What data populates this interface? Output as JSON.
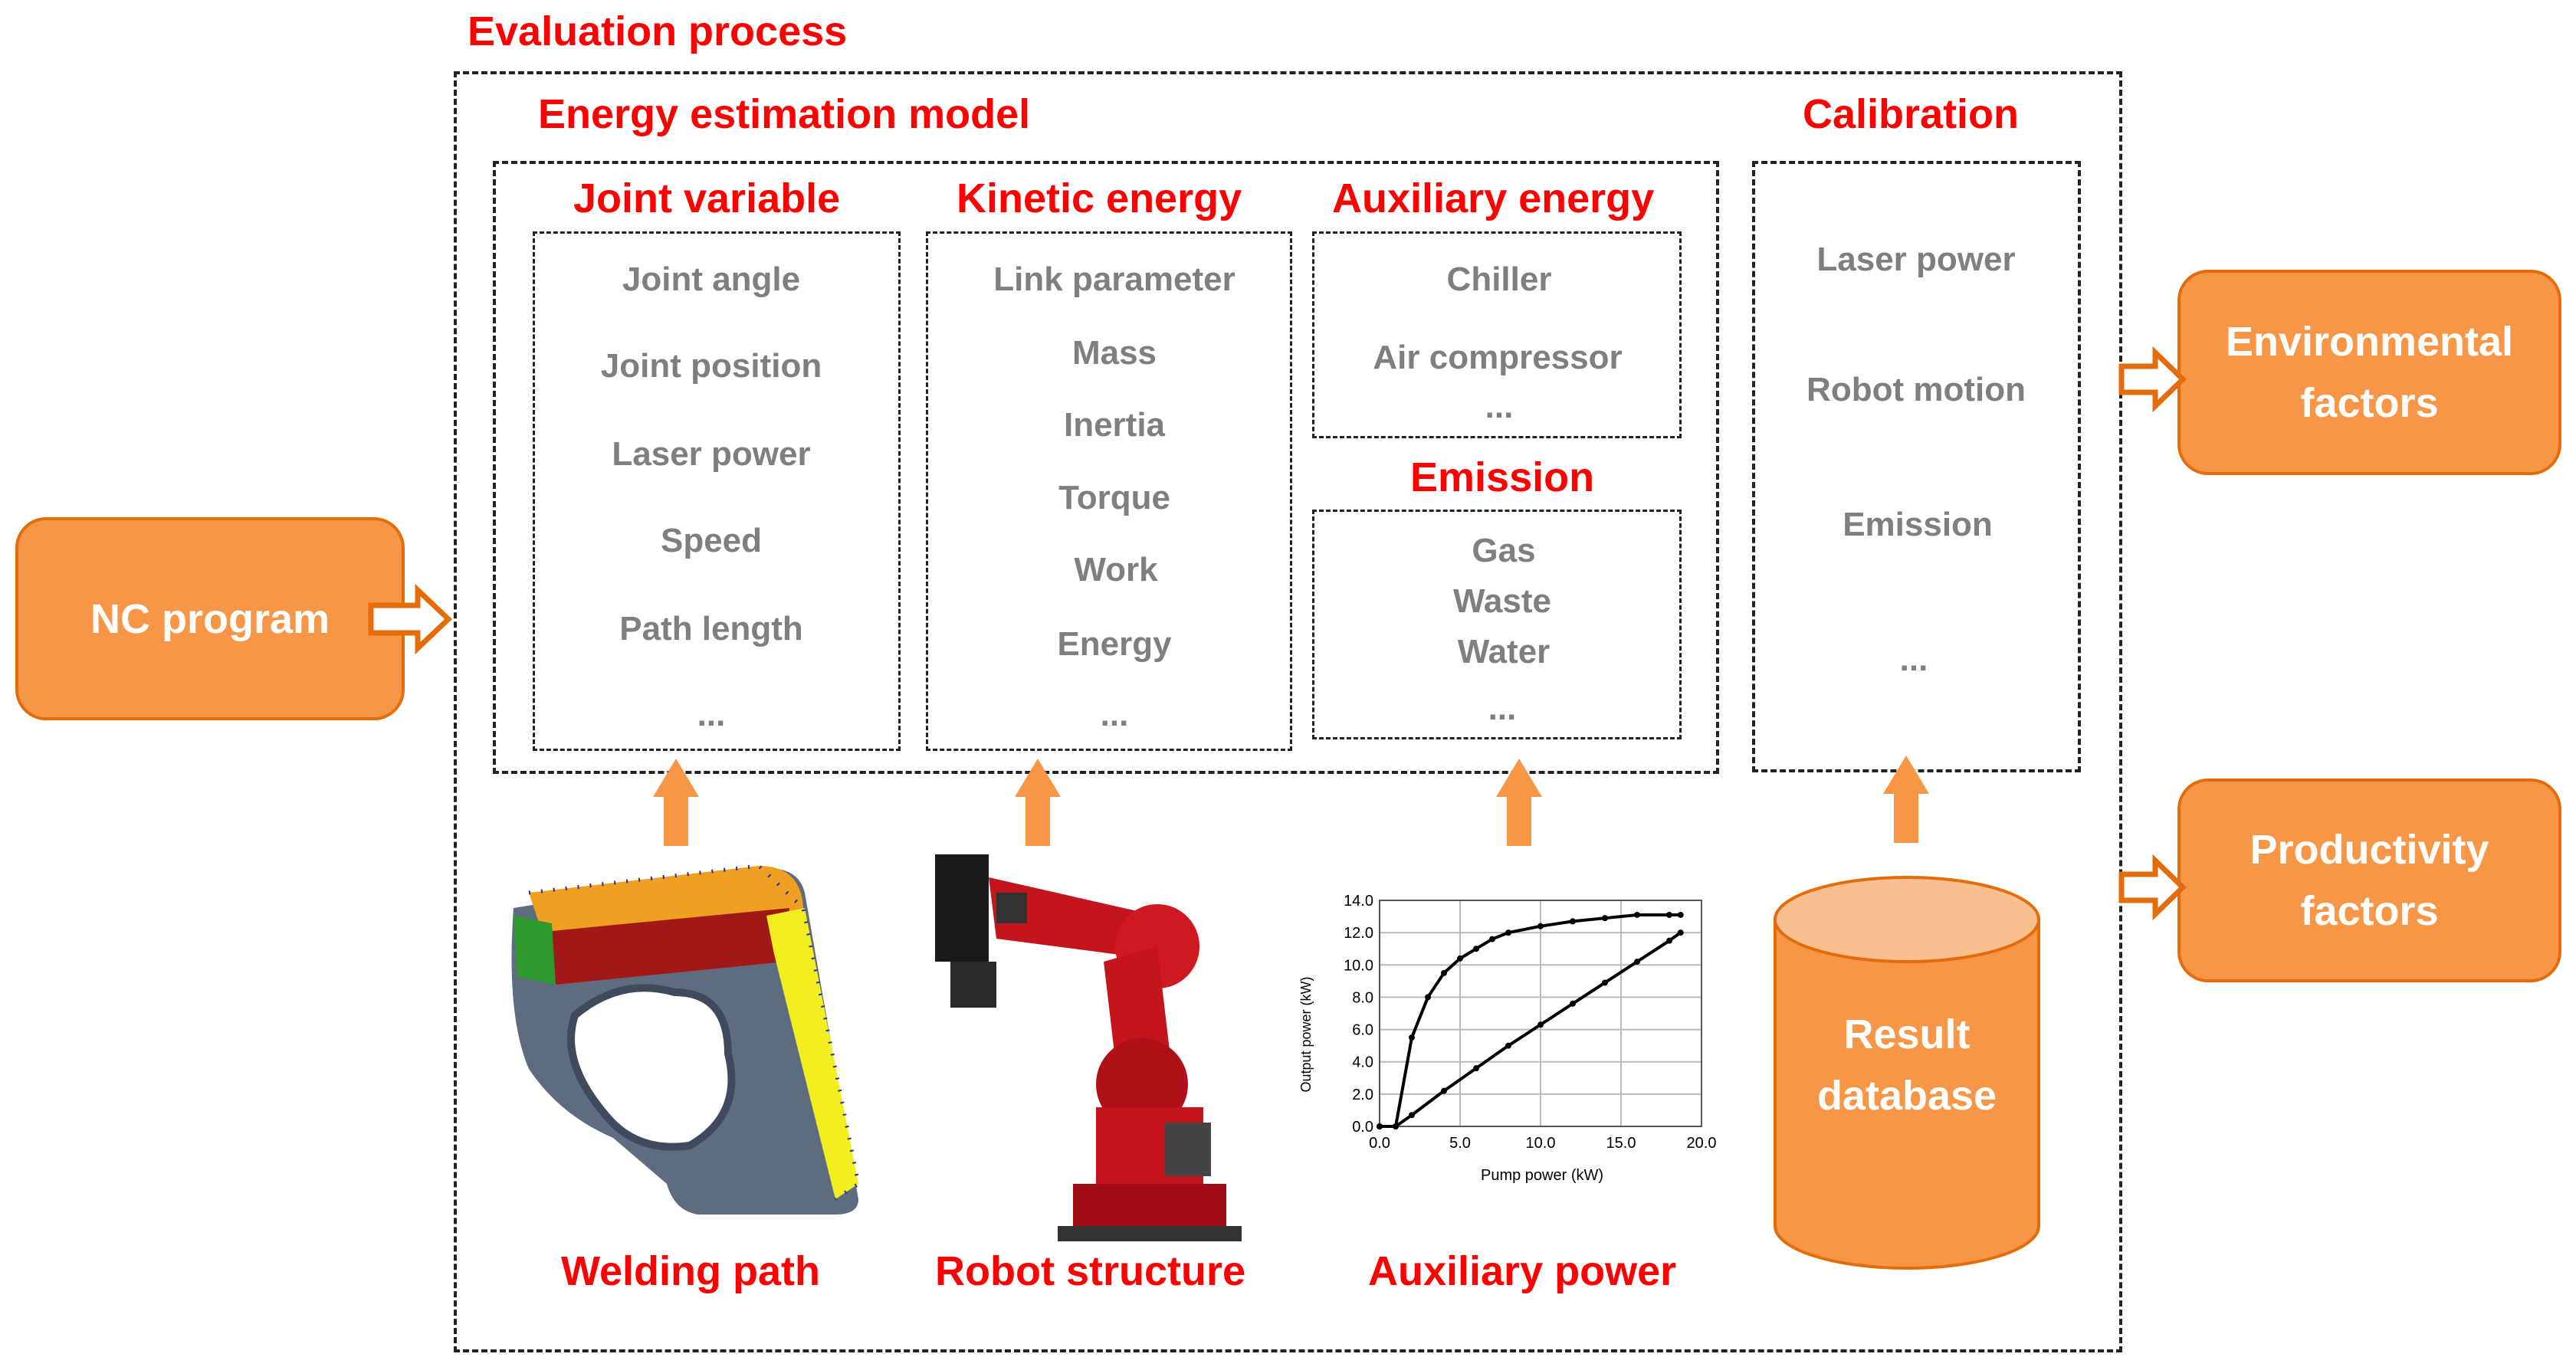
{
  "evaluation": {
    "title": "Evaluation process"
  },
  "energy_model": {
    "title": "Energy estimation model"
  },
  "calibration": {
    "title": "Calibration",
    "items": [
      "Laser power",
      "Robot motion",
      "Emission",
      "..."
    ]
  },
  "joint_variable": {
    "title": "Joint variable",
    "items": [
      "Joint angle",
      "Joint position",
      "Laser power",
      "Speed",
      "Path length",
      "..."
    ]
  },
  "kinetic_energy": {
    "title": "Kinetic energy",
    "items": [
      "Link parameter",
      "Mass",
      "Inertia",
      "Torque",
      "Work",
      "Energy",
      "..."
    ]
  },
  "auxiliary_energy": {
    "title": "Auxiliary energy",
    "items": [
      "Chiller",
      "Air compressor",
      "..."
    ]
  },
  "emission": {
    "title": "Emission",
    "items": [
      "Gas",
      "Waste",
      "Water",
      "..."
    ]
  },
  "inputs": {
    "nc_program": "NC program"
  },
  "outputs": {
    "environmental": [
      "Environmental",
      "factors"
    ],
    "productivity": [
      "Productivity",
      "factors"
    ]
  },
  "database": {
    "label": [
      "Result",
      "database"
    ]
  },
  "bottom_labels": {
    "welding_path": "Welding path",
    "robot_structure": "Robot structure",
    "auxiliary_power": "Auxiliary power"
  },
  "pump_chart": {
    "xlabel": "Pump power (kW)",
    "ylabel": "Output power (kW)",
    "xticks": [
      "0.0",
      "5.0",
      "10.0",
      "15.0",
      "20.0"
    ],
    "yticks": [
      "0.0",
      "2.0",
      "4.0",
      "6.0",
      "8.0",
      "10.0",
      "12.0",
      "14.0"
    ]
  },
  "chart_data": {
    "type": "line",
    "xlabel": "Pump power (kW)",
    "ylabel": "Output power (kW)",
    "xlim": [
      0,
      20
    ],
    "ylim": [
      0,
      14
    ],
    "grid": true,
    "series": [
      {
        "x": [
          0,
          1,
          2,
          3,
          4,
          5,
          6,
          7,
          8,
          10,
          12,
          14,
          16,
          18,
          18.7
        ],
        "y": [
          0,
          0,
          5.5,
          8,
          9.5,
          10.4,
          11,
          11.6,
          12,
          12.4,
          12.7,
          12.9,
          13.1,
          13.1,
          13.1
        ]
      },
      {
        "x": [
          0,
          1,
          2,
          4,
          6,
          8,
          10,
          12,
          14,
          16,
          18,
          18.7
        ],
        "y": [
          0,
          0,
          0.7,
          2.2,
          3.6,
          5,
          6.3,
          7.6,
          8.9,
          10.2,
          11.5,
          12
        ]
      }
    ]
  },
  "colors": {
    "title_red": "#ff0000",
    "orange": "#f79646",
    "orange_border": "#e46c0a",
    "item_gray": "#7f7f7f"
  }
}
